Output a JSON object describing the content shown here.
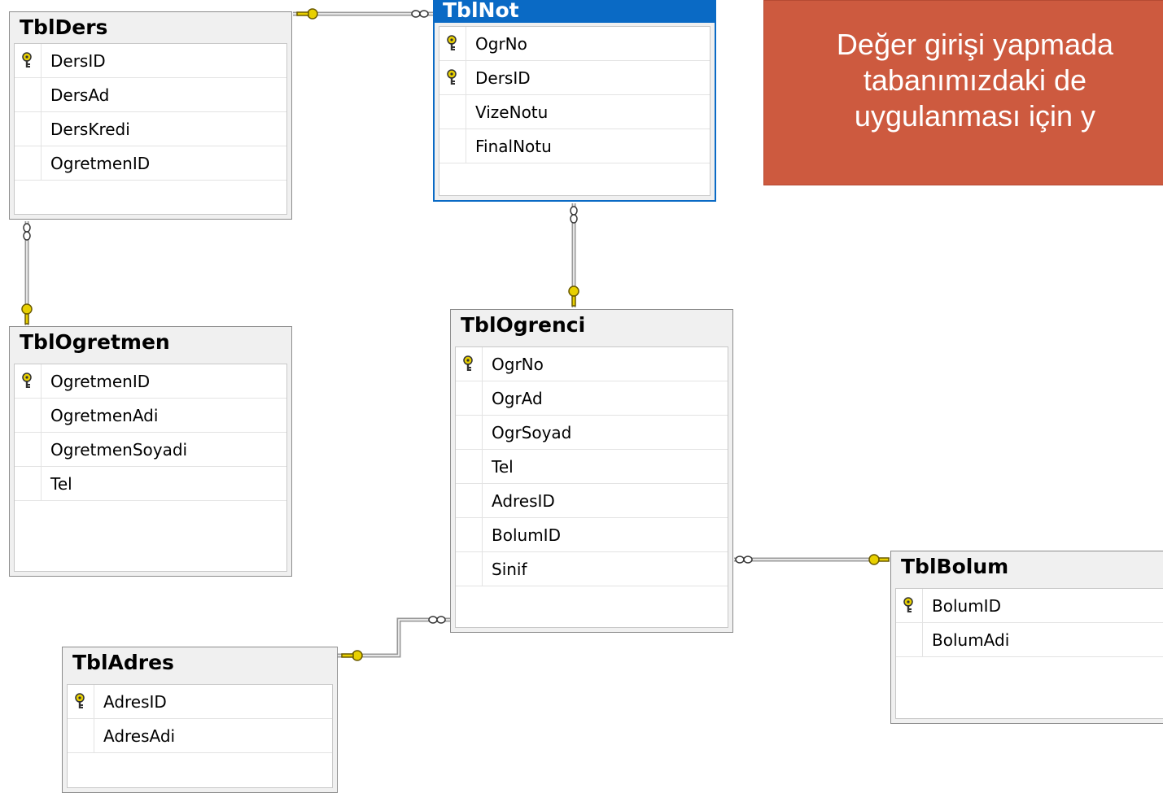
{
  "callout": {
    "lines": [
      "Değer girişi yapmada",
      "tabanımızdaki de",
      "uygulanması için y"
    ]
  },
  "tables": {
    "ders": {
      "title": "TblDers",
      "rows": [
        {
          "name": "DersID",
          "pk": true
        },
        {
          "name": "DersAd",
          "pk": false
        },
        {
          "name": "DersKredi",
          "pk": false
        },
        {
          "name": "OgretmenID",
          "pk": false
        }
      ]
    },
    "not": {
      "title": "TblNot",
      "rows": [
        {
          "name": "OgrNo",
          "pk": true
        },
        {
          "name": "DersID",
          "pk": true
        },
        {
          "name": "VizeNotu",
          "pk": false
        },
        {
          "name": "FinalNotu",
          "pk": false
        }
      ]
    },
    "ogretmen": {
      "title": "TblOgretmen",
      "rows": [
        {
          "name": "OgretmenID",
          "pk": true
        },
        {
          "name": "OgretmenAdi",
          "pk": false
        },
        {
          "name": "OgretmenSoyadi",
          "pk": false
        },
        {
          "name": "Tel",
          "pk": false
        }
      ]
    },
    "ogrenci": {
      "title": "TblOgrenci",
      "rows": [
        {
          "name": "OgrNo",
          "pk": true
        },
        {
          "name": "OgrAd",
          "pk": false
        },
        {
          "name": "OgrSoyad",
          "pk": false
        },
        {
          "name": "Tel",
          "pk": false
        },
        {
          "name": "AdresID",
          "pk": false
        },
        {
          "name": "BolumID",
          "pk": false
        },
        {
          "name": "Sinif",
          "pk": false
        }
      ]
    },
    "bolum": {
      "title": "TblBolum",
      "rows": [
        {
          "name": "BolumID",
          "pk": true
        },
        {
          "name": "BolumAdi",
          "pk": false
        }
      ]
    },
    "adres": {
      "title": "TblAdres",
      "rows": [
        {
          "name": "AdresID",
          "pk": true
        },
        {
          "name": "AdresAdi",
          "pk": false
        }
      ]
    }
  },
  "colors": {
    "selected_border": "#0a6ac5",
    "callout_bg": "#cd5a3f",
    "key": "#e8d000"
  }
}
